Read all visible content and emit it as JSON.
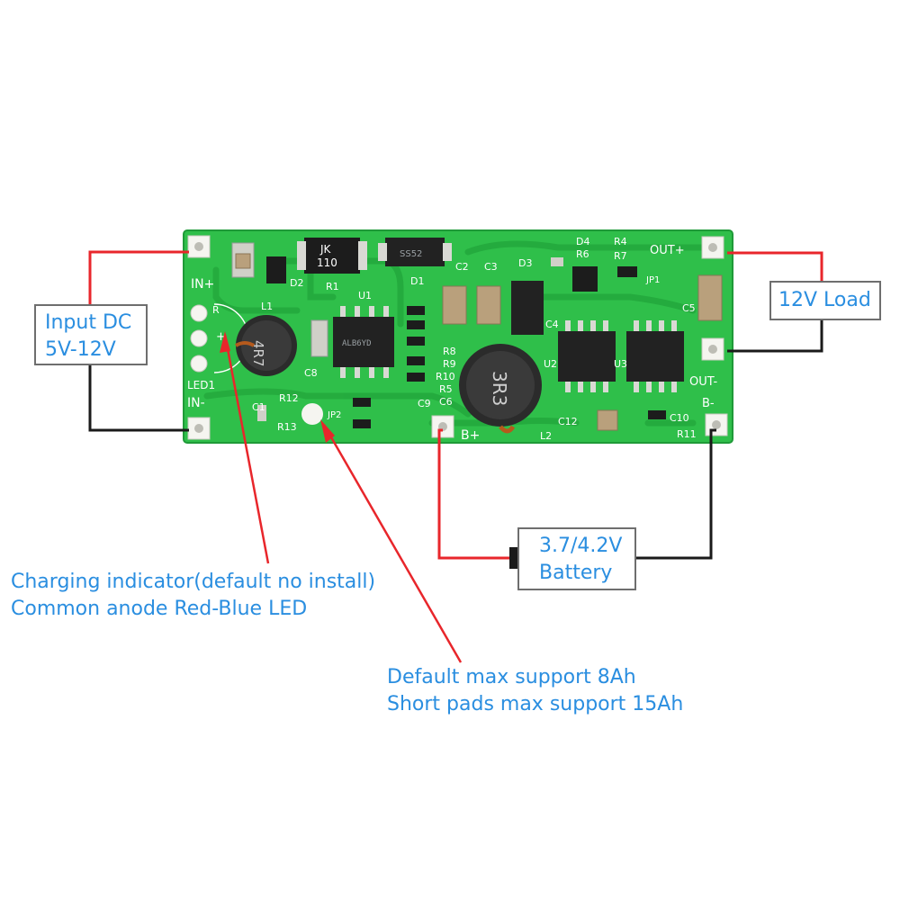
{
  "labels": {
    "input_box": [
      "Input DC",
      "5V-12V"
    ],
    "load_box": "12V Load",
    "battery_box": [
      "3.7/4.2V",
      "Battery"
    ],
    "charging_note": [
      "Charging indicator(default no install)",
      "Common anode Red-Blue LED"
    ],
    "capacity_note": [
      "Default max support 8Ah",
      "Short pads max support 15Ah"
    ]
  },
  "board": {
    "silkscreen": {
      "in_plus": "IN+",
      "in_minus": "IN-",
      "led1": "LED1",
      "r_mark": "R",
      "plus_mark": "+",
      "out_plus": "OUT+",
      "out_minus": "OUT-",
      "b_plus": "B+",
      "b_minus": "B-",
      "jk_line1": "JK",
      "jk_line2": "110",
      "inductor1": "4R7",
      "inductor2": "3R3",
      "l1": "L1",
      "l2": "L2",
      "r1": "R1",
      "r4": "R4",
      "r6": "R6",
      "r7": "R7",
      "r8": "R8",
      "r9": "R9",
      "r10": "R10",
      "r11": "R11",
      "r12": "R12",
      "r13": "R13",
      "r5": "R5",
      "c1": "C1",
      "c2": "C2",
      "c3": "C3",
      "c4": "C4",
      "c5": "C5",
      "c6": "C6",
      "c8": "C8",
      "c9": "C9",
      "c10": "C10",
      "c12": "C12",
      "d1": "D1",
      "d2": "D2",
      "d3": "D3",
      "d4": "D4",
      "u1": "U1",
      "u2": "U2",
      "u3": "U3",
      "jp1": "JP1",
      "jp2": "JP2",
      "ss52": "SS52",
      "u1_mark": "ALB6YD"
    }
  },
  "colors": {
    "pcb": "#2fbf4a",
    "trace": "#22a83b",
    "annotation_text": "#2a8ee0",
    "positive_wire": "#e8262b",
    "negative_wire": "#1a1a1a",
    "box_border": "#6e6e6e"
  }
}
